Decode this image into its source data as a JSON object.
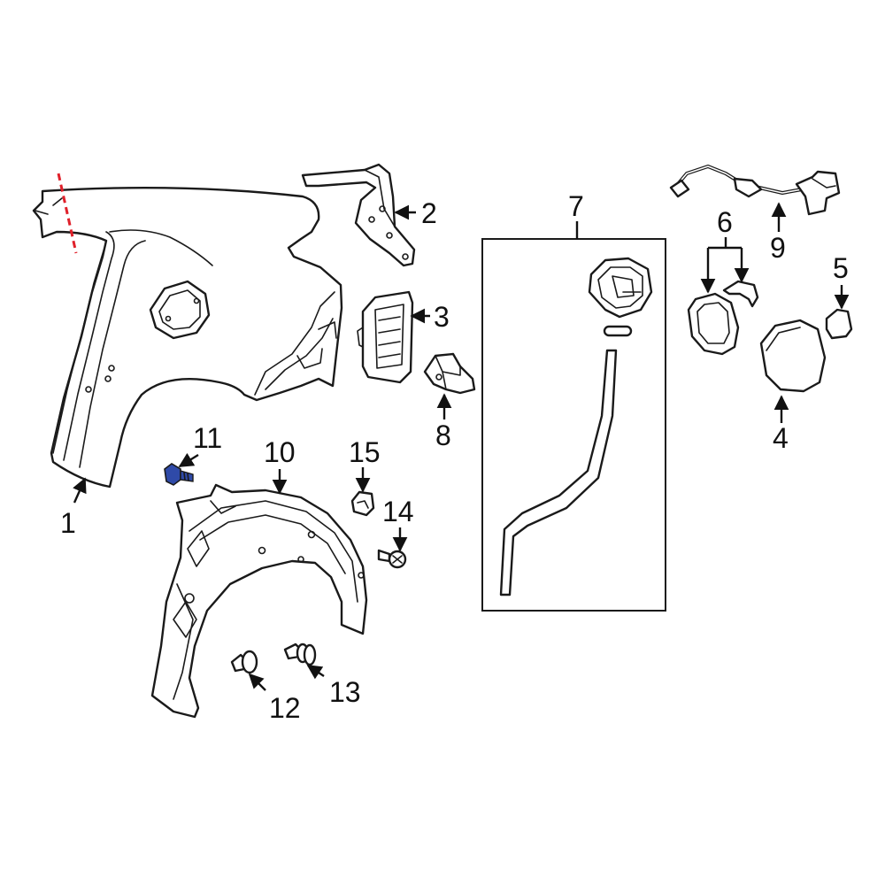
{
  "colors": {
    "line": "#1a1a1a",
    "cut_line": "#e0202a",
    "highlight_part": "#2f4aa8",
    "background": "#ffffff"
  },
  "callouts": [
    {
      "id": "1",
      "label": "1"
    },
    {
      "id": "2",
      "label": "2"
    },
    {
      "id": "3",
      "label": "3"
    },
    {
      "id": "4",
      "label": "4"
    },
    {
      "id": "5",
      "label": "5"
    },
    {
      "id": "6",
      "label": "6"
    },
    {
      "id": "7",
      "label": "7"
    },
    {
      "id": "8",
      "label": "8"
    },
    {
      "id": "9",
      "label": "9"
    },
    {
      "id": "10",
      "label": "10"
    },
    {
      "id": "11",
      "label": "11"
    },
    {
      "id": "12",
      "label": "12"
    },
    {
      "id": "13",
      "label": "13"
    },
    {
      "id": "14",
      "label": "14"
    },
    {
      "id": "15",
      "label": "15"
    }
  ]
}
